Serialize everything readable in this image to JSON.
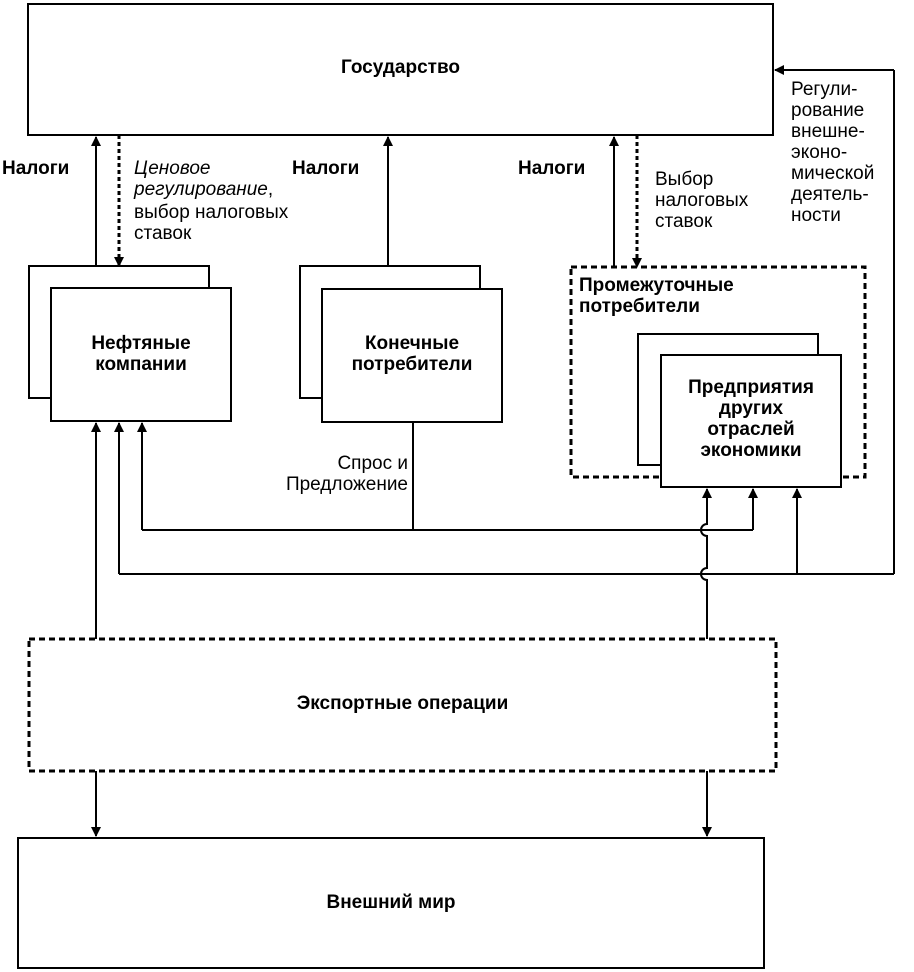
{
  "nodes": {
    "state": "Государство",
    "oil_companies": "Нефтяные\nкомпании",
    "final_consumers": "Конечные\nпотребители",
    "intermediate_consumers": "Промежуточные\nпотребители",
    "other_enterprises": "Предприятия\nдругих\nотраслей\nэкономики",
    "export": "Экспортные операции",
    "outer_world": "Внешний мир"
  },
  "edge_labels": {
    "taxes_1": "Налоги",
    "taxes_2": "Налоги",
    "taxes_3": "Налоги",
    "price_regulation_italic": "Ценовое\nрегулирование",
    "price_regulation_comma": ",",
    "tax_rates_1": "выбор налоговых\nставок",
    "tax_rates_2": "Выбор\nналоговых\nставок",
    "foreign_trade_regulation": "Регули-\nрование\nвнешне-\nэконо-\nмической\nдеятель-\nности",
    "supply_demand": "Спрос  и\nПредложение"
  },
  "colors": {
    "line": "#000000",
    "background": "#ffffff"
  }
}
